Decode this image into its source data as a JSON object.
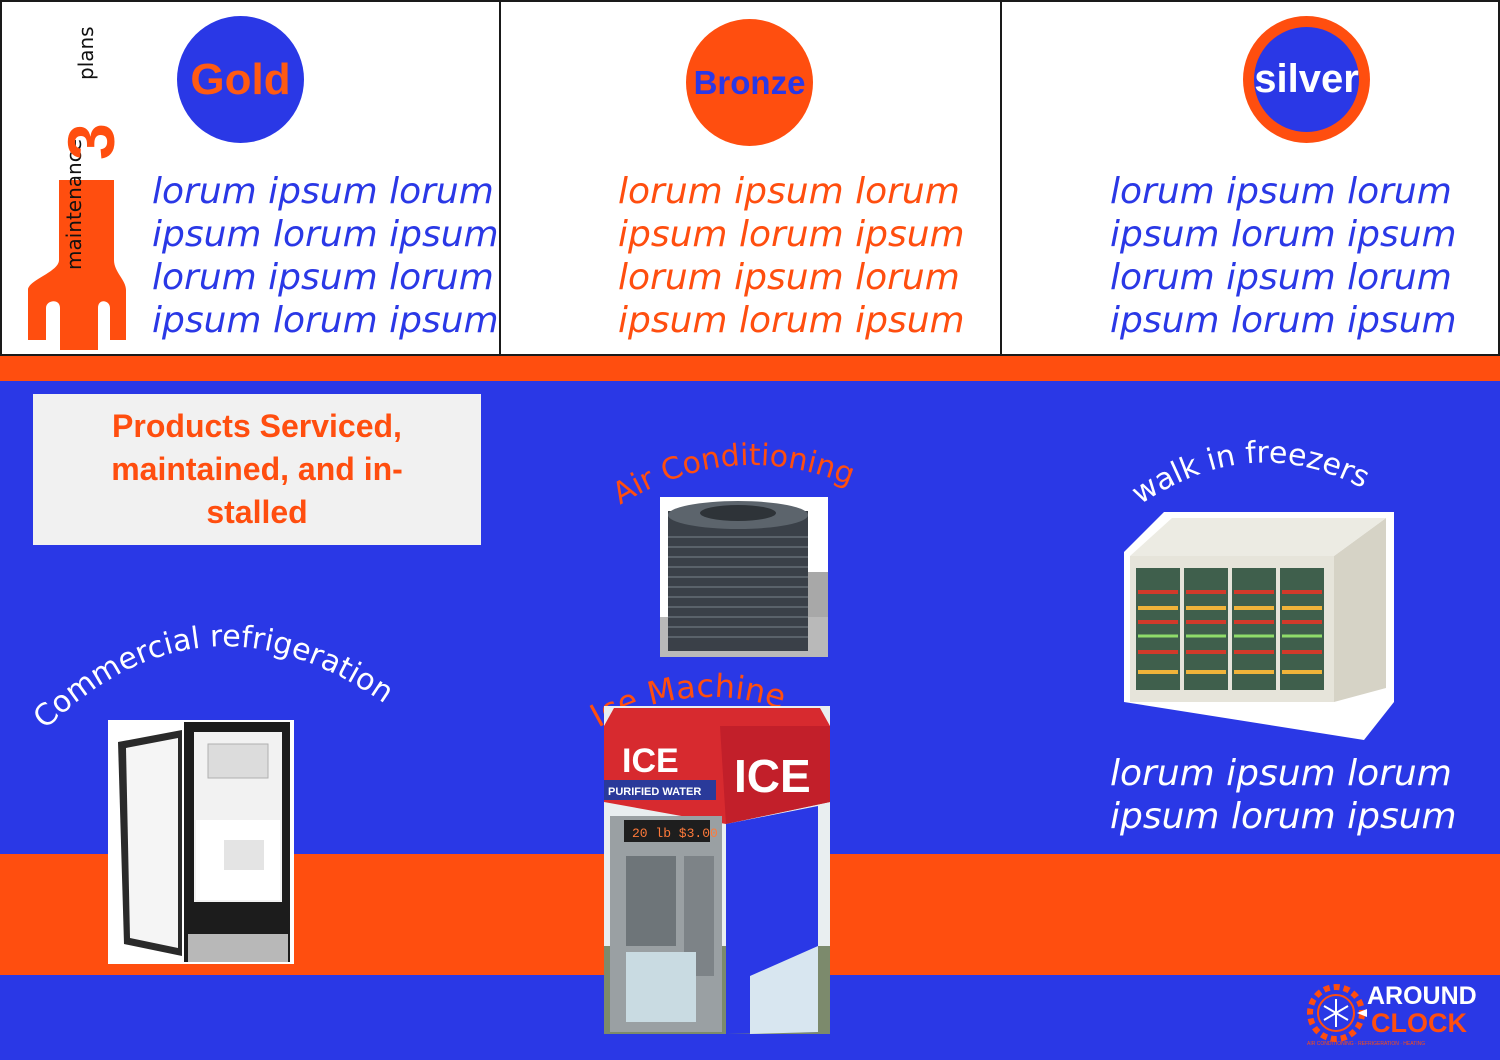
{
  "sidebar_wrench": {
    "number": "3",
    "word_plans": "plans",
    "word_maintenance": "maintenance"
  },
  "plans": [
    {
      "name": "Gold",
      "lines": [
        "lorum ipsum lorum",
        "ipsum lorum ipsum",
        "lorum ipsum lorum",
        "ipsum lorum ipsum"
      ]
    },
    {
      "name": "Bronze",
      "lines": [
        "lorum ipsum lorum",
        "ipsum lorum ipsum",
        "lorum ipsum lorum",
        "ipsum lorum ipsum"
      ]
    },
    {
      "name": "silver",
      "lines": [
        "lorum ipsum lorum",
        "ipsum lorum ipsum",
        "lorum ipsum lorum",
        "ipsum lorum ipsum"
      ]
    }
  ],
  "products": {
    "title": "Products Serviced, maintained, and in- stalled",
    "air_conditioning": "Air Conditioning",
    "walk_in_freezers": "walk in freezers",
    "commercial_refrigeration": "Commercial refrigeration",
    "ice_machine": "Ice Machine",
    "walk_in_lines": [
      "lorum ipsum lorum",
      "ipsum lorum ipsum"
    ]
  },
  "ice_kiosk": {
    "sign_left": "ICE",
    "sign_right": "ICE",
    "purified": "PURIFIED WATER",
    "price": "20 lb $3.00"
  },
  "logo": {
    "around": "AROUND",
    "clock": "CLOCK",
    "tagline": "AIR CONDITIONING · REFRIGERATION · HEATING"
  },
  "colors": {
    "blue": "#2a38e6",
    "orange": "#ff4e0f",
    "white": "#ffffff"
  }
}
